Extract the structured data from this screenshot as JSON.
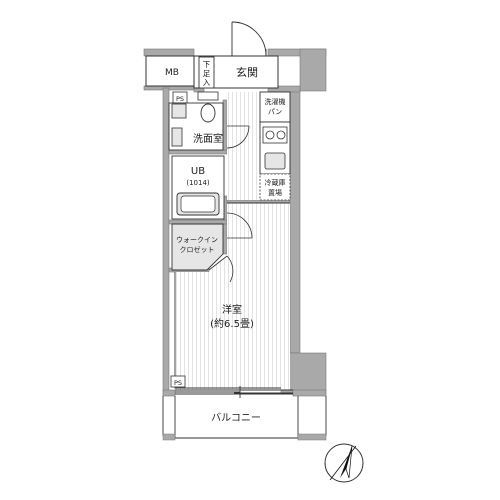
{
  "rooms": {
    "mb": "MB",
    "shoe_storage": [
      "下",
      "足",
      "入"
    ],
    "entrance": "玄関",
    "ps_top": "PS",
    "washer_pan": [
      "洗濯機",
      "パン"
    ],
    "washroom": "洗面室",
    "unit_bath": "UB",
    "unit_bath_size": "(1014)",
    "fridge_space": [
      "冷蔵庫",
      "置場"
    ],
    "walk_in_closet": [
      "ウォークイン",
      "クロゼット"
    ],
    "western_room": "洋室",
    "western_room_size": "(約6.5畳)",
    "ps_bottom": "PS",
    "balcony": "バルコニー"
  },
  "colors": {
    "wall": "#a9a9a9",
    "wall_dark": "#8c8c8c",
    "floor_line": "#d9d9d9",
    "fixture_fill": "#e6e6e6",
    "line": "#333333"
  },
  "icons": {
    "compass": "north-arrow-icon"
  }
}
